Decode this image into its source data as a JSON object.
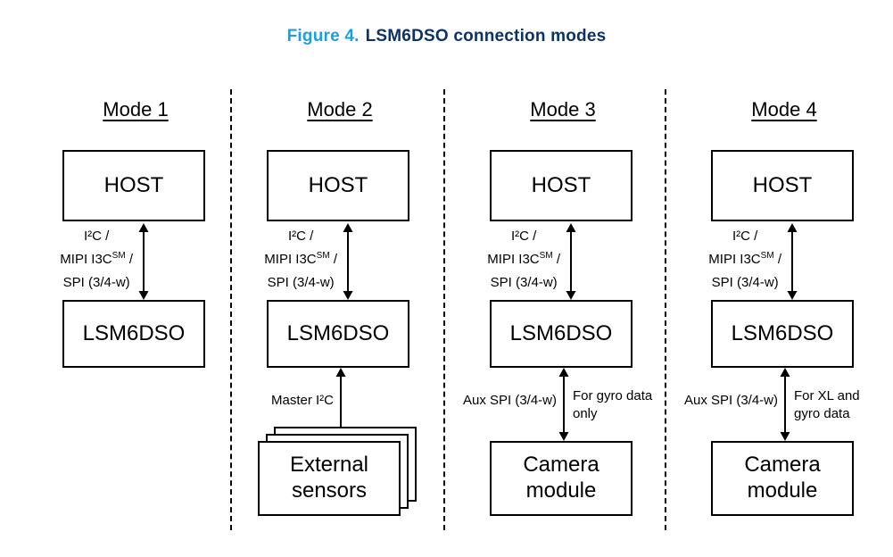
{
  "figure_title": {
    "prefix": "Figure 4.",
    "text": "LSM6DSO connection modes"
  },
  "colors": {
    "figure_prefix": "#219ddb",
    "figure_title_text": "#0e3360",
    "line": "#000000"
  },
  "bus_label": {
    "line1": "I²C /",
    "line2_prefix": "MIPI I3C",
    "line2_sup": "SM",
    "line2_suffix": " /",
    "line3": "SPI (3/4-w)"
  },
  "modes": [
    {
      "heading": "Mode 1",
      "host": "HOST",
      "sensor": "LSM6DSO"
    },
    {
      "heading": "Mode 2",
      "host": "HOST",
      "sensor": "LSM6DSO",
      "link2_left": "Master I²C",
      "bottom_box": "External sensors"
    },
    {
      "heading": "Mode 3",
      "host": "HOST",
      "sensor": "LSM6DSO",
      "link2_left": "Aux SPI (3/4-w)",
      "link2_right": "For gyro data only",
      "bottom_box": "Camera module"
    },
    {
      "heading": "Mode 4",
      "host": "HOST",
      "sensor": "LSM6DSO",
      "link2_left": "Aux SPI (3/4-w)",
      "link2_right": "For XL and gyro data",
      "bottom_box": "Camera module"
    }
  ]
}
